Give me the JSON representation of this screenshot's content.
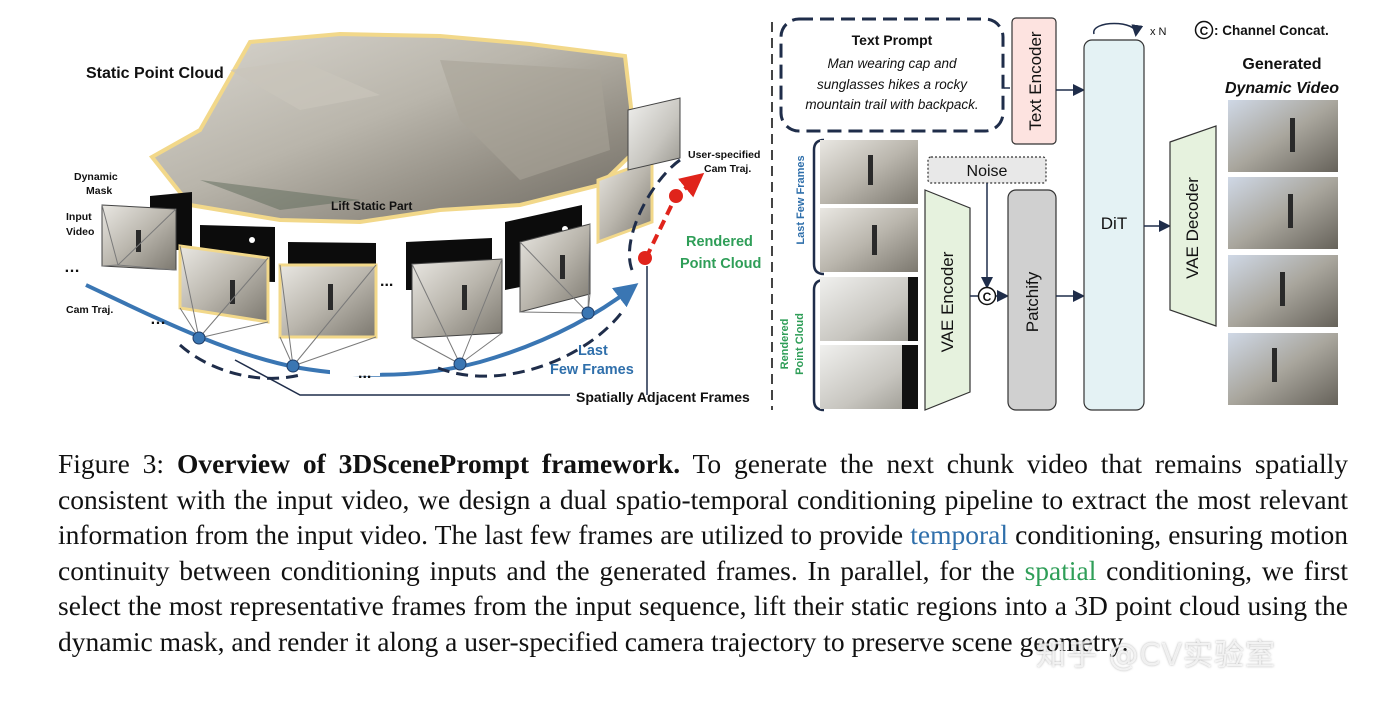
{
  "figure": {
    "left": {
      "static_point_cloud_label": "Static Point Cloud",
      "lift_static_part_label": "Lift Static Part",
      "dynamic_mask_label_1": "Dynamic",
      "dynamic_mask_label_2": "Mask",
      "input_video_label_1": "Input",
      "input_video_label_2": "Video",
      "cam_traj_label": "Cam Traj.",
      "user_cam_label_1": "User-specified",
      "user_cam_label_2": "Cam Traj.",
      "rendered_label_1": "Rendered",
      "rendered_label_2": "Point Cloud",
      "last_label_1": "Last",
      "last_label_2": "Few Frames",
      "spatial_adjacent_label": "Spatially Adjacent Frames",
      "ellipsis": "...",
      "dots": "…"
    },
    "right": {
      "text_prompt_title": "Text Prompt",
      "text_prompt_line1": "Man wearing cap and",
      "text_prompt_line2": "sunglasses hikes a rocky",
      "text_prompt_line3": "mountain trail with backpack.",
      "text_encoder_label": "Text Encoder",
      "noise_label": "Noise",
      "vae_encoder_label": "VAE Encoder",
      "patchify_label": "Patchify",
      "dit_label": "DiT",
      "vae_decoder_label": "VAE Decoder",
      "repeat_label": "x N",
      "concat_symbol": "C",
      "concat_legend": ": Channel Concat.",
      "last_few_frames_side": "Last Few Frames",
      "rendered_side_1": "Rendered",
      "rendered_side_2": "Point Cloud",
      "generated_label": "Generated",
      "dynamic_video_label": "Dynamic Video"
    },
    "colors": {
      "blue": "#2f6fab",
      "green": "#2f9e58",
      "red": "#e0241b",
      "navy": "#1f2d4a",
      "encoder_green": "#e6f2de",
      "text_encoder_pink": "#fde3e0",
      "dit_blue": "#e4f2f4",
      "patchify_gray": "#d0d0d0"
    }
  },
  "caption": {
    "prefix": "Figure 3: ",
    "title": "Overview of 3DScenePrompt framework.",
    "part1": " To generate the next chunk video that remains spatially consistent with the input video, we design a dual spatio-temporal conditioning pipeline to extract the most relevant information from the input video.  The last few frames are utilized to provide ",
    "temporal": "temporal",
    "part2": " conditioning, ensuring motion continuity between conditioning inputs and the generated frames.  In parallel, for the ",
    "spatial": "spatial",
    "part3": " conditioning, we first select the most representative frames from the input sequence, lift their static regions into a 3D point cloud using the dynamic mask, and render it along a user-specified camera trajectory to preserve scene geometry."
  },
  "watermark": "知乎 @CV实验室"
}
